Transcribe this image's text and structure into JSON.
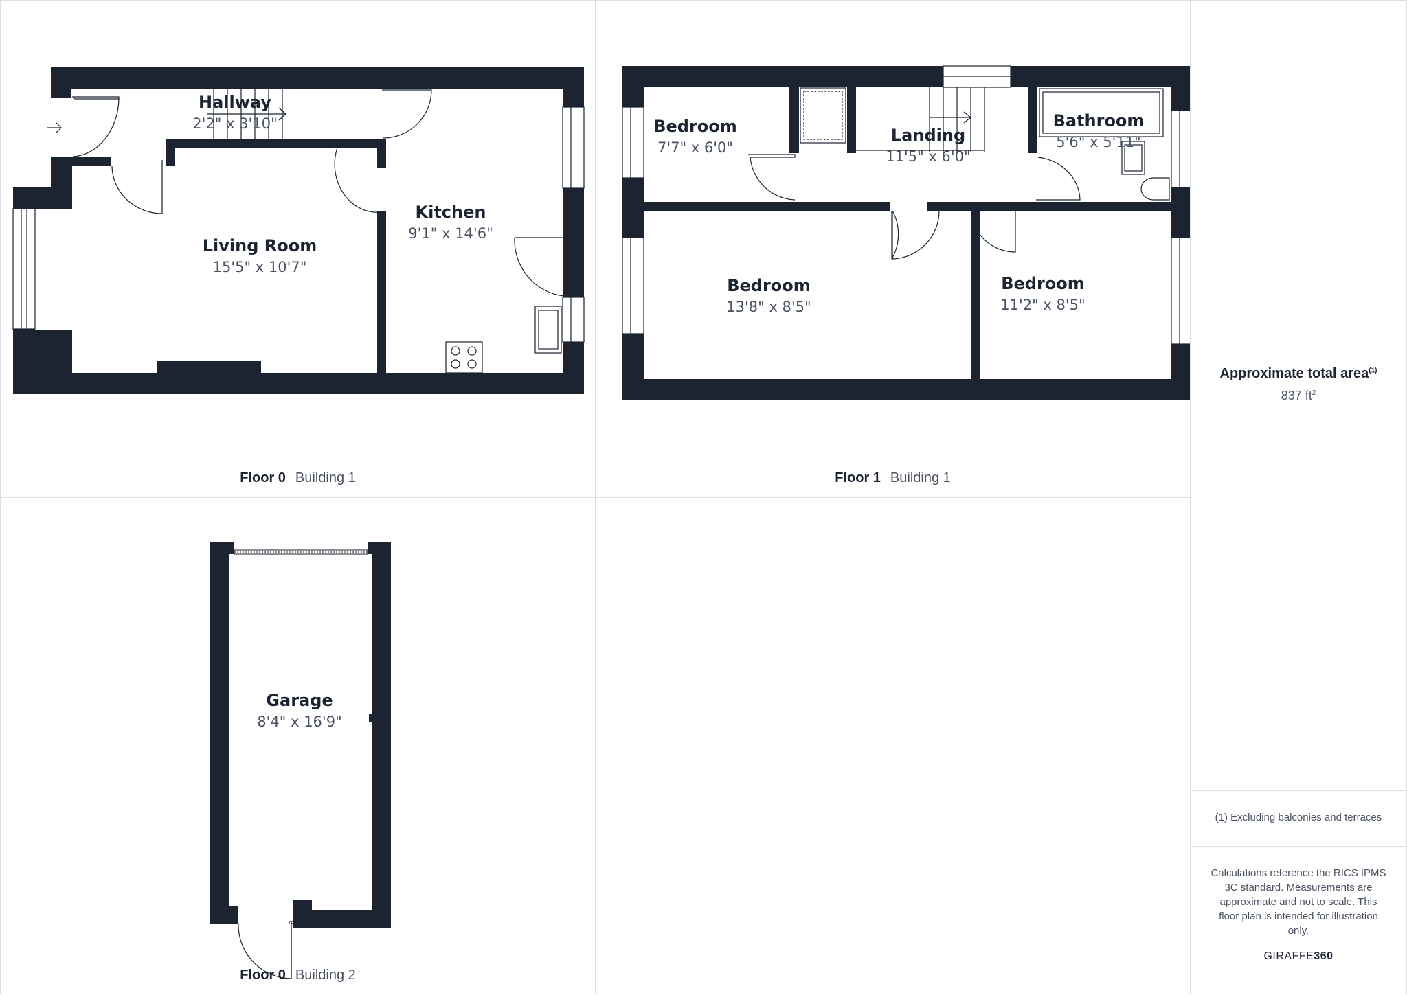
{
  "floors": [
    {
      "floor_label": "Floor 0",
      "building_label": "Building 1",
      "rooms": [
        {
          "name": "Hallway",
          "dims": "2'2\" x 3'10\""
        },
        {
          "name": "Living Room",
          "dims": "15'5\" x 10'7\""
        },
        {
          "name": "Kitchen",
          "dims": "9'1\" x 14'6\""
        }
      ]
    },
    {
      "floor_label": "Floor 1",
      "building_label": "Building 1",
      "rooms": [
        {
          "name": "Bedroom",
          "dims": "7'7\" x 6'0\""
        },
        {
          "name": "Landing",
          "dims": "11'5\" x 6'0\""
        },
        {
          "name": "Bathroom",
          "dims": "5'6\" x 5'11\""
        },
        {
          "name": "Bedroom",
          "dims": "13'8\" x 8'5\""
        },
        {
          "name": "Bedroom",
          "dims": "11'2\" x 8'5\""
        }
      ]
    },
    {
      "floor_label": "Floor 0",
      "building_label": "Building 2",
      "rooms": [
        {
          "name": "Garage",
          "dims": "8'4\" x 16'9\""
        }
      ]
    }
  ],
  "summary": {
    "area_title": "Approximate total area",
    "area_title_sup": "(1)",
    "area_value": "837 ft",
    "area_unit_sup": "2",
    "footnote": "(1) Excluding balconies and terraces",
    "disclaimer": "Calculations reference the RICS IPMS 3C standard. Measurements are approximate and not to scale. This floor plan is intended for illustration only.",
    "brand_light": "GIRAFFE",
    "brand_bold": "360"
  },
  "colors": {
    "wall": "#1c2331",
    "muted_text": "#4a5262",
    "divider": "#dcdfe4"
  }
}
